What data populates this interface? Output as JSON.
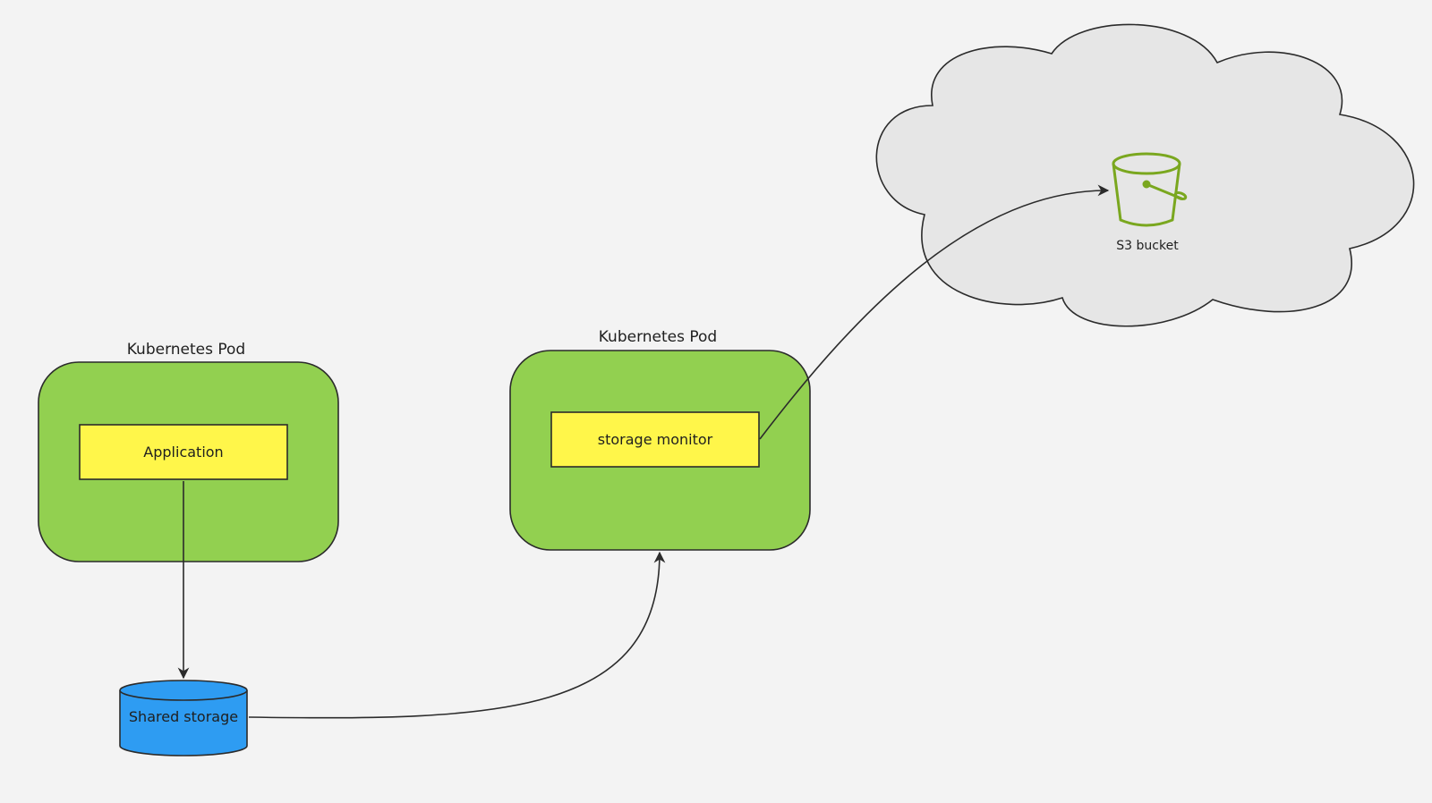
{
  "pods": [
    {
      "title": "Kubernetes Pod",
      "container": "Application"
    },
    {
      "title": "Kubernetes Pod",
      "container": "storage monitor"
    }
  ],
  "storage": {
    "label": "Shared storage"
  },
  "cloud": {
    "bucket_label": "S3 bucket",
    "bucket_icon": "bucket-icon"
  },
  "colors": {
    "background": "#f3f3f3",
    "pod_fill": "#92d050",
    "container_fill": "#fff64a",
    "storage_fill": "#2e9cf2",
    "cloud_fill": "#e6e6e6",
    "bucket_stroke": "#7aa71f",
    "stroke": "#2b2b2b"
  }
}
